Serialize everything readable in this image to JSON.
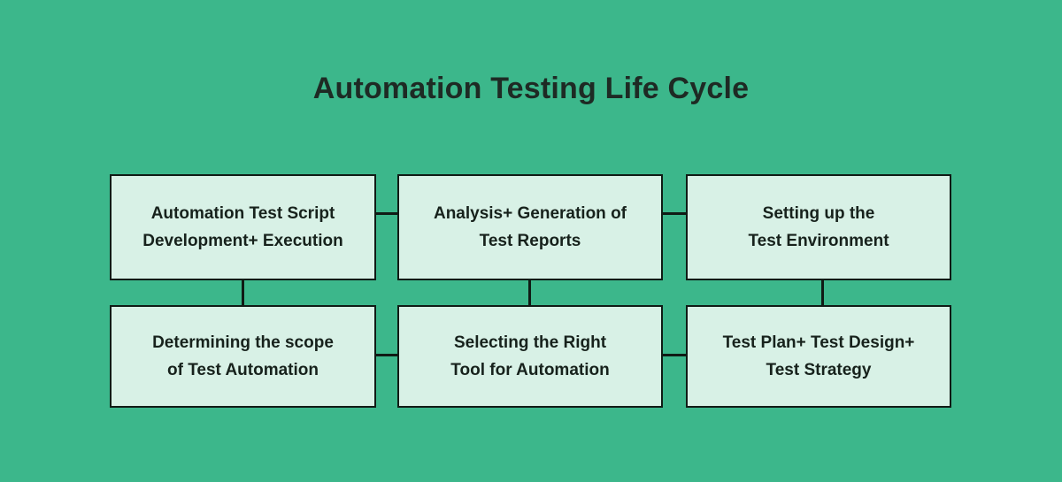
{
  "page": {
    "title": "Automation Testing Life Cycle"
  },
  "colors": {
    "background": "#3CB78B",
    "node_fill": "#D8F1E6",
    "node_border": "#101B15",
    "connector": "#101B15",
    "title_text": "#1E2A24",
    "node_text": "#17221C"
  },
  "nodes": [
    {
      "line1": "Automation Test Script",
      "line2": "Development+ Execution"
    },
    {
      "line1": "Analysis+ Generation of",
      "line2": "Test Reports"
    },
    {
      "line1": "Setting up the",
      "line2": "Test Environment"
    },
    {
      "line1": "Determining the scope",
      "line2": "of Test Automation"
    },
    {
      "line1": "Selecting the Right",
      "line2": "Tool for Automation"
    },
    {
      "line1": "Test Plan+ Test Design+",
      "line2": "Test Strategy"
    }
  ],
  "edges": [
    {
      "from": 0,
      "to": 1,
      "orientation": "horizontal"
    },
    {
      "from": 1,
      "to": 2,
      "orientation": "horizontal"
    },
    {
      "from": 0,
      "to": 3,
      "orientation": "vertical"
    },
    {
      "from": 1,
      "to": 4,
      "orientation": "vertical"
    },
    {
      "from": 2,
      "to": 5,
      "orientation": "vertical"
    },
    {
      "from": 3,
      "to": 4,
      "orientation": "horizontal"
    },
    {
      "from": 4,
      "to": 5,
      "orientation": "horizontal"
    }
  ]
}
